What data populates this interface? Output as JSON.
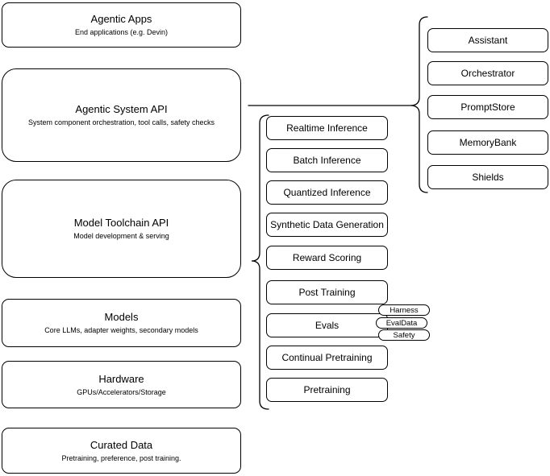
{
  "diagram": {
    "layers": [
      {
        "title": "Agentic Apps",
        "subtitle": "End applications (e.g. Devin)"
      },
      {
        "title": "Agentic System API",
        "subtitle": "System component orchestration, tool calls, safety checks"
      },
      {
        "title": "Model Toolchain API",
        "subtitle": "Model development & serving"
      },
      {
        "title": "Models",
        "subtitle": "Core LLMs, adapter weights, secondary models"
      },
      {
        "title": "Hardware",
        "subtitle": "GPUs/Accelerators/Storage"
      },
      {
        "title": "Curated Data",
        "subtitle": "Pretraining, preference, post training."
      }
    ],
    "toolchain_components": [
      "Realtime Inference",
      "Batch Inference",
      "Quantized Inference",
      "Synthetic Data Generation",
      "Reward Scoring",
      "Post Training",
      "Evals",
      "Continual Pretraining",
      "Pretraining"
    ],
    "eval_tags": [
      "Harness",
      "EvalData",
      "Safety"
    ],
    "system_components": [
      "Assistant",
      "Orchestrator",
      "PromptStore",
      "MemoryBank",
      "Shields"
    ],
    "colors": {
      "stroke": "#000000",
      "background": "#ffffff",
      "text": "#000000"
    }
  }
}
